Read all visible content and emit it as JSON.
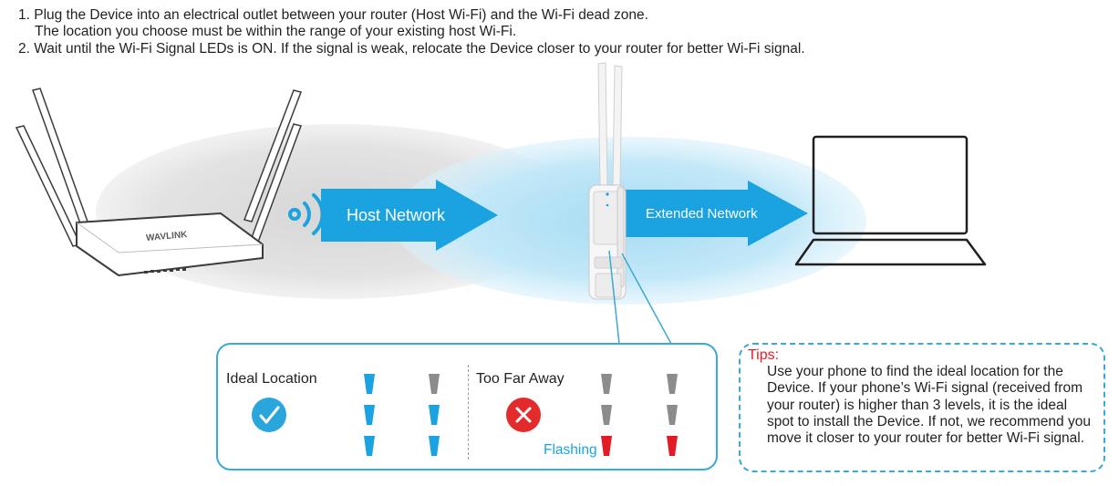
{
  "instructions": {
    "step1_line1": "1. Plug the Device into an electrical outlet between your router (Host Wi-Fi) and the Wi-Fi dead zone.",
    "step1_line2": "The location you choose must be within the range of your existing host Wi-Fi.",
    "step2": "2. Wait until the Wi-Fi Signal LEDs is ON. If the signal is weak, relocate the Device closer to your router for better Wi-Fi signal."
  },
  "diagram": {
    "router_brand": "WAVLINK",
    "host_network_label": "Host Network",
    "extended_network_label": "Extended Network"
  },
  "locations": {
    "ideal_label": "Ideal Location",
    "far_label": "Too Far Away",
    "flashing_label": "Flashing"
  },
  "tips": {
    "title": "Tips:",
    "body": "Use your phone to find the ideal location for the Device. If your phone’s Wi-Fi signal (received from your router) is higher than 3 levels, it is the ideal spot to install the Device. If not, we recommend you move it closer to your router for better Wi-Fi signal."
  },
  "colors": {
    "accent_blue": "#1aa3e0",
    "red": "#e21b24",
    "gray_led": "#8c8c8c"
  },
  "signal_indicators": {
    "ideal_left": [
      "blue",
      "blue",
      "blue"
    ],
    "ideal_right": [
      "gray",
      "blue",
      "blue"
    ],
    "far_left": [
      "gray",
      "gray",
      "red"
    ],
    "far_right": [
      "gray",
      "gray",
      "red"
    ]
  }
}
